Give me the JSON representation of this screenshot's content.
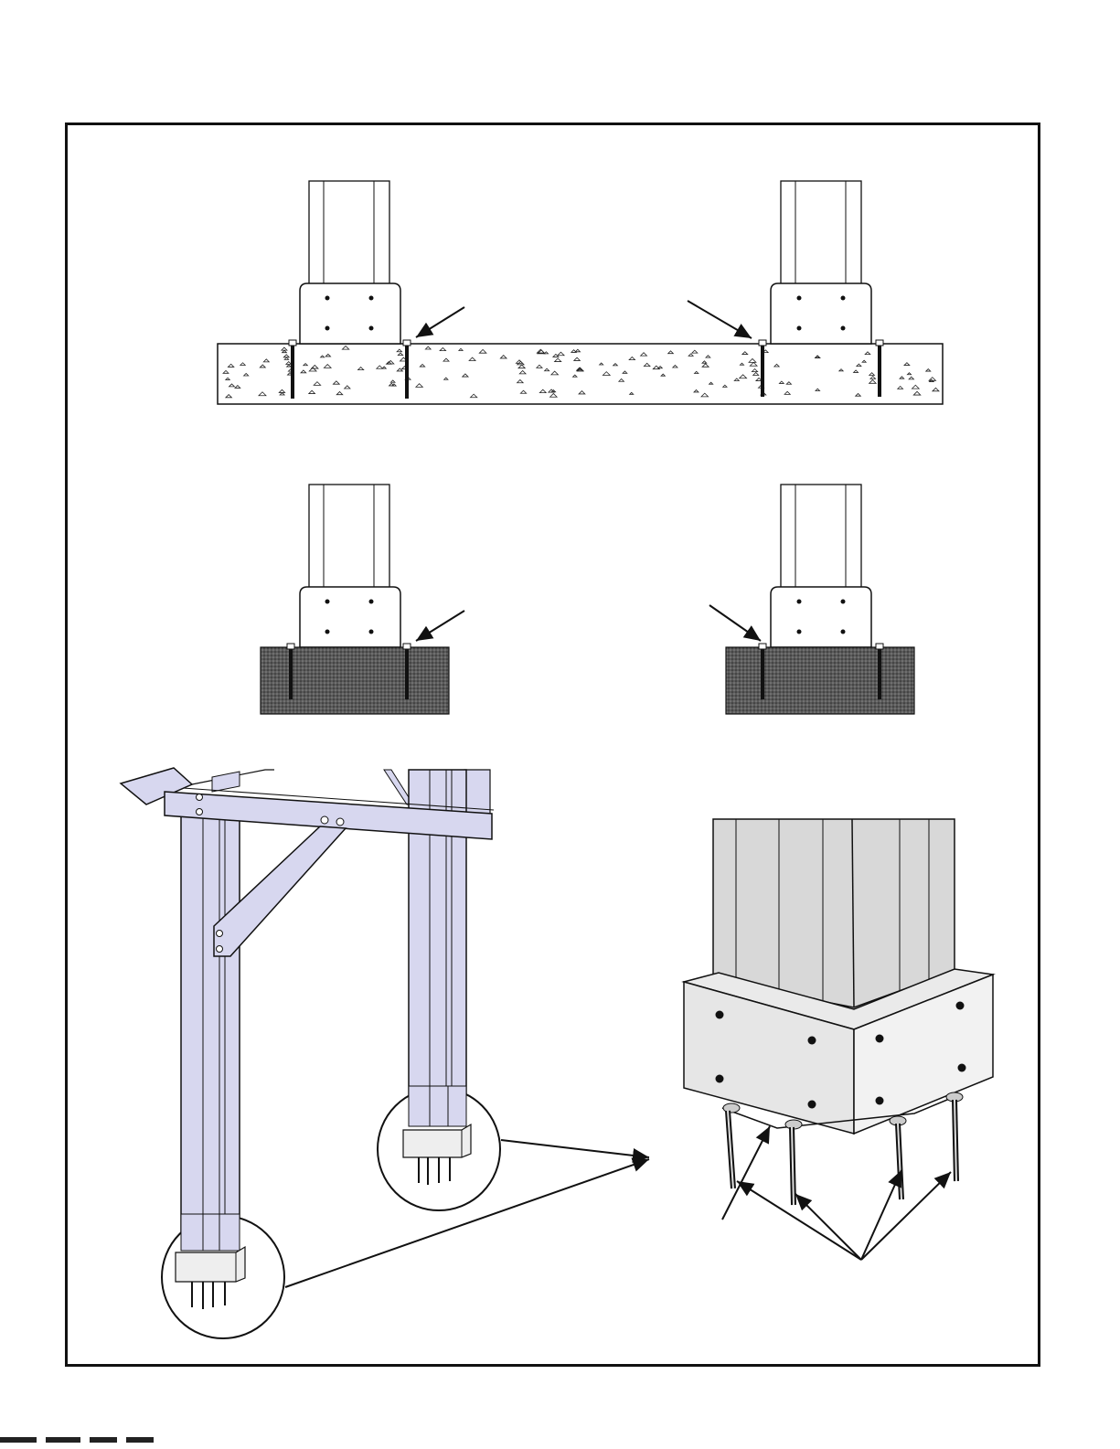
{
  "figure": {
    "panels": [
      {
        "id": "concrete-slab",
        "label": ""
      },
      {
        "id": "footings",
        "label": ""
      },
      {
        "id": "frame-perspective",
        "label": ""
      },
      {
        "id": "post-base-detail",
        "label": ""
      }
    ],
    "colors": {
      "line": "#111111",
      "post_fill": "#d7d7ef",
      "bracket_fill": "#e8e8e8",
      "soil_fill": "#4a4a4a",
      "concrete_fill": "#ffffff"
    },
    "icons": [
      "arrow-callout",
      "magnifier-circle",
      "anchor-bolt"
    ]
  }
}
